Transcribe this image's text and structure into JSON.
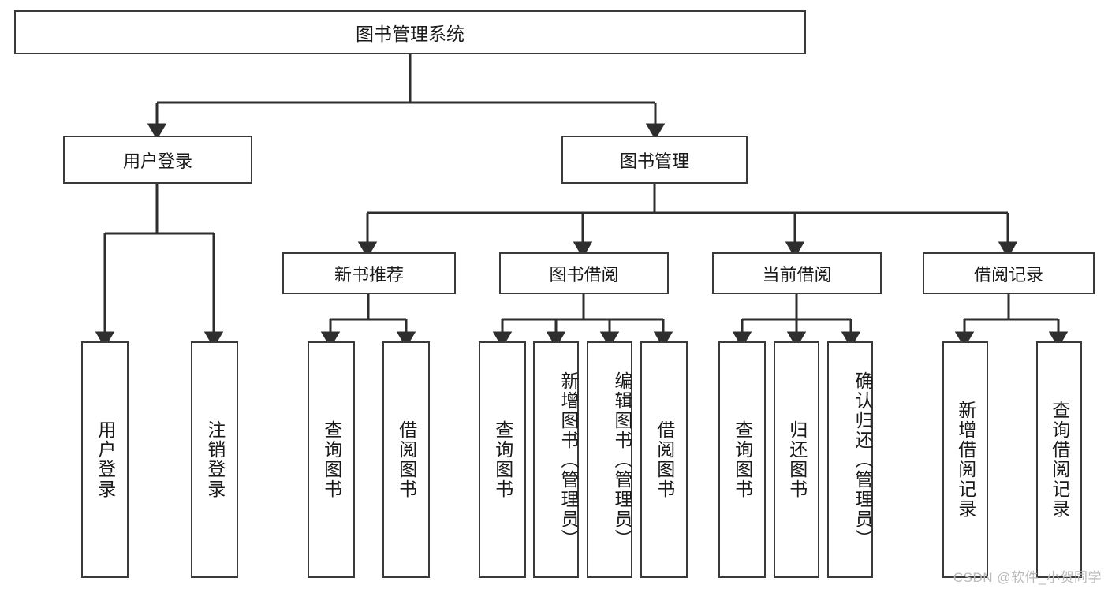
{
  "diagram": {
    "title": "图书管理系统",
    "type": "hierarchy-tree",
    "colors": {
      "box_border": "#3a3a3a",
      "box_fill": "#ffffff",
      "edge": "#2e2e2e",
      "text": "#1a1a1a",
      "watermark": "#b9b9b9"
    },
    "root": {
      "label": "图书管理系统"
    },
    "level1": [
      {
        "label": "用户登录"
      },
      {
        "label": "图书管理"
      }
    ],
    "level2": [
      {
        "label": "新书推荐"
      },
      {
        "label": "图书借阅"
      },
      {
        "label": "当前借阅"
      },
      {
        "label": "借阅记录"
      }
    ],
    "leaves": [
      {
        "label": "用户登录",
        "parent": "用户登录"
      },
      {
        "label": "注销登录",
        "parent": "用户登录"
      },
      {
        "label": "查询图书",
        "parent": "新书推荐"
      },
      {
        "label": "借阅图书",
        "parent": "新书推荐"
      },
      {
        "label": "查询图书",
        "parent": "图书借阅"
      },
      {
        "label": "新增图书（管理员）",
        "parent": "图书借阅"
      },
      {
        "label": "编辑图书（管理员）",
        "parent": "图书借阅"
      },
      {
        "label": "借阅图书",
        "parent": "图书借阅"
      },
      {
        "label": "查询图书",
        "parent": "当前借阅"
      },
      {
        "label": "归还图书",
        "parent": "当前借阅"
      },
      {
        "label": "确认归还（管理员）",
        "parent": "当前借阅"
      },
      {
        "label": "新增借阅记录",
        "parent": "借阅记录"
      },
      {
        "label": "查询借阅记录",
        "parent": "借阅记录"
      }
    ],
    "watermark": "CSDN @软件_小贺同学"
  }
}
